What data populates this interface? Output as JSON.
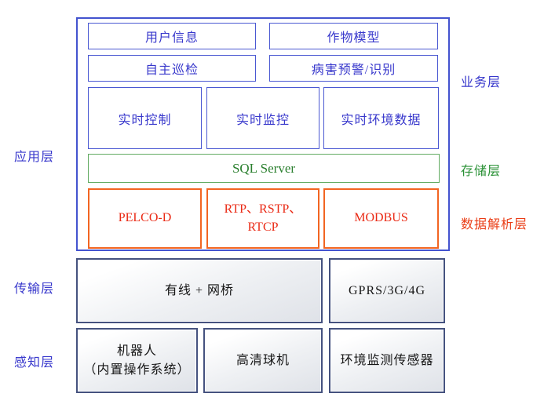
{
  "colors": {
    "blue_border": "#4a58d2",
    "blue_text": "#3838cc",
    "green_border": "#62ab62",
    "green_text": "#2a7f2e",
    "orange_border": "#f26522",
    "red_text": "#ea2a15",
    "navy_border": "#45527f",
    "black_text": "#151515"
  },
  "side_labels": {
    "left": {
      "application": "应用层",
      "transmission": "传输层",
      "perception": "感知层"
    },
    "right": {
      "business": "业务层",
      "storage": "存储层",
      "parsing": "数据解析层"
    }
  },
  "application_layer": {
    "business_row1": [
      "用户信息",
      "作物模型"
    ],
    "business_row2": [
      "自主巡检",
      "病害预警/识别"
    ],
    "business_row3": [
      "实时控制",
      "实时监控",
      "实时环境数据"
    ],
    "storage": "SQL Server",
    "parsing": [
      "PELCO-D",
      "RTP、RSTP、RTCP",
      "MODBUS"
    ]
  },
  "transmission_layer": {
    "wired": "有线 + 网桥",
    "wireless": "GPRS/3G/4G"
  },
  "perception_layer": {
    "robot": {
      "line1": "机器人",
      "line2": "（内置操作系统）"
    },
    "camera": "高清球机",
    "sensor": "环境监测传感器"
  }
}
